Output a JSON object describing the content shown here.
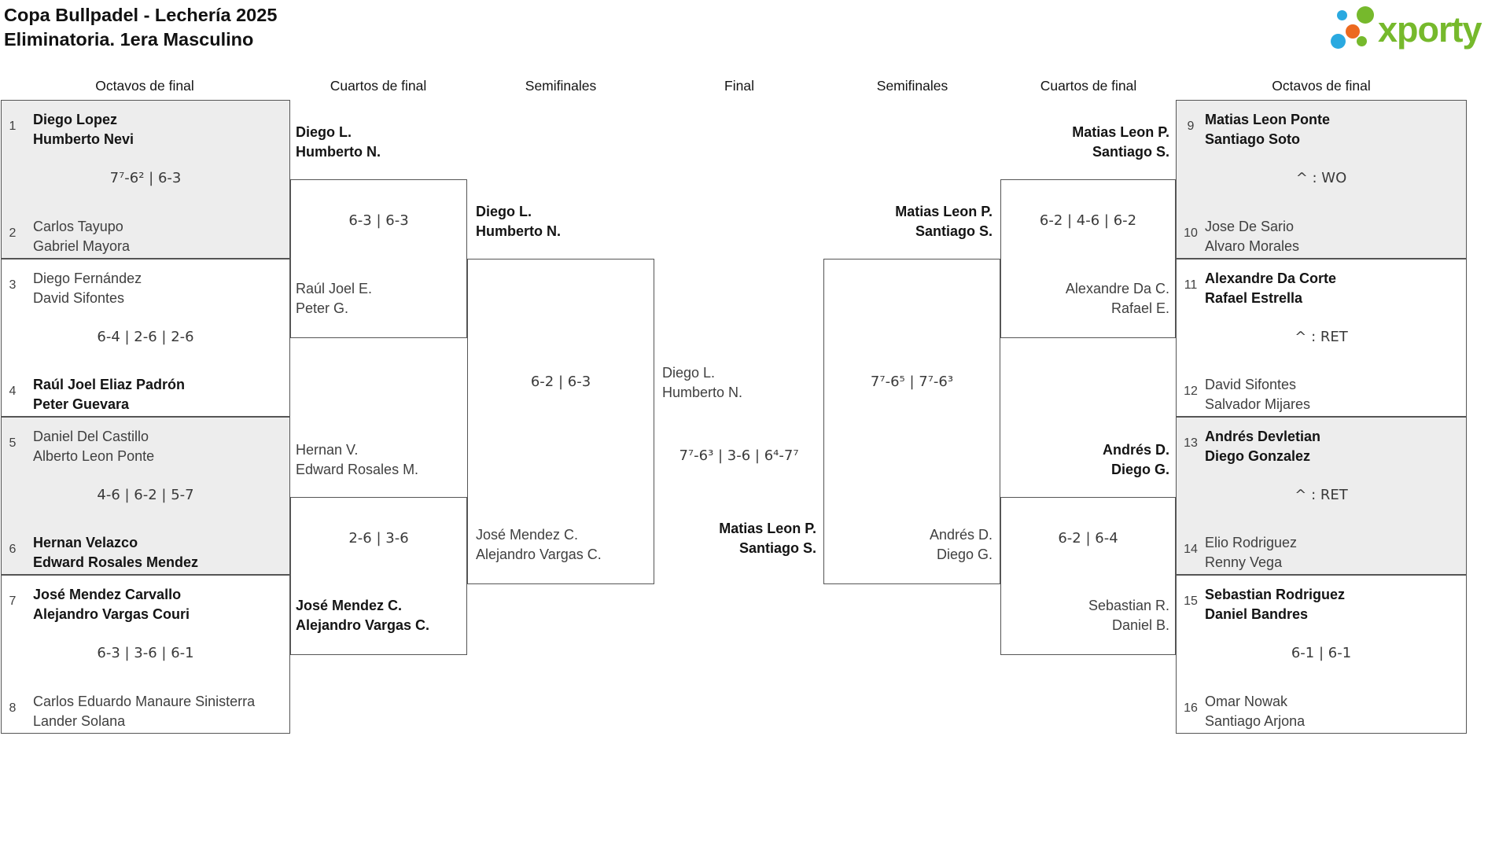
{
  "title": {
    "line1": "Copa Bullpadel - Lechería 2025",
    "line2": "Eliminatoria. 1era Masculino"
  },
  "logo": {
    "brand": "xporty",
    "green": "#76b92c",
    "blue": "#2aa9e0",
    "orange": "#ec691f"
  },
  "round_headers": [
    "Octavos de final",
    "Cuartos de final",
    "Semifinales",
    "Final",
    "Semifinales",
    "Cuartos de final",
    "Octavos de final"
  ],
  "octavos_left": [
    {
      "seed_top": "1",
      "team_top": [
        "Diego Lopez",
        "Humberto Nevi"
      ],
      "score": "7⁷-6² | 6-3",
      "seed_bottom": "2",
      "team_bottom": [
        "Carlos Tayupo",
        "Gabriel Mayora"
      ]
    },
    {
      "seed_top": "3",
      "team_top": [
        "Diego Fernández",
        "David Sifontes"
      ],
      "score": "6-4 | 2-6 | 2-6",
      "seed_bottom": "4",
      "team_bottom": [
        "Raúl Joel Eliaz Padrón",
        "Peter Guevara"
      ]
    },
    {
      "seed_top": "5",
      "team_top": [
        "Daniel Del Castillo",
        "Alberto Leon Ponte"
      ],
      "score": "4-6 | 6-2 | 5-7",
      "seed_bottom": "6",
      "team_bottom": [
        "Hernan Velazco",
        "Edward Rosales Mendez"
      ]
    },
    {
      "seed_top": "7",
      "team_top": [
        "José Mendez Carvallo",
        "Alejandro Vargas Couri"
      ],
      "score": "6-3 | 3-6 | 6-1",
      "seed_bottom": "8",
      "team_bottom": [
        "Carlos Eduardo Manaure Sinisterra",
        "Lander Solana"
      ]
    }
  ],
  "cuartos_left": [
    {
      "team_top": [
        "Diego L.",
        "Humberto N."
      ],
      "score": "6-3 | 6-3",
      "team_bottom": [
        "Raúl Joel E.",
        "Peter G."
      ]
    },
    {
      "team_top": [
        "Hernan V.",
        "Edward Rosales M."
      ],
      "score": "2-6 | 3-6",
      "team_bottom": [
        "José Mendez C.",
        "Alejandro Vargas C."
      ]
    }
  ],
  "semifinal_left": {
    "team_top": [
      "Diego L.",
      "Humberto N."
    ],
    "score": "6-2 | 6-3",
    "team_bottom": [
      "José Mendez C.",
      "Alejandro Vargas C."
    ]
  },
  "final": {
    "team_top": [
      "Diego L.",
      "Humberto N."
    ],
    "score": "7⁷-6³ | 3-6 | 6⁴-7⁷",
    "team_bottom": [
      "Matias Leon P.",
      "Santiago S."
    ]
  },
  "semifinal_right": {
    "team_top": [
      "Matias Leon P.",
      "Santiago S."
    ],
    "score": "7⁷-6⁵ | 7⁷-6³",
    "team_bottom": [
      "Andrés D.",
      "Diego G."
    ]
  },
  "cuartos_right": [
    {
      "team_top": [
        "Matias Leon P.",
        "Santiago S."
      ],
      "score": "6-2 | 4-6 | 6-2",
      "team_bottom": [
        "Alexandre Da C.",
        "Rafael E."
      ]
    },
    {
      "team_top": [
        "Andrés D.",
        "Diego G."
      ],
      "score": "6-2 | 6-4",
      "team_bottom": [
        "Sebastian R.",
        "Daniel B."
      ]
    }
  ],
  "octavos_right": [
    {
      "seed_top": "9",
      "team_top": [
        "Matias Leon Ponte",
        "Santiago Soto"
      ],
      "score": "^ : WO",
      "seed_bottom": "10",
      "team_bottom": [
        "Jose De Sario",
        "Alvaro Morales"
      ]
    },
    {
      "seed_top": "11",
      "team_top": [
        "Alexandre Da Corte",
        "Rafael Estrella"
      ],
      "score": "^ : RET",
      "seed_bottom": "12",
      "team_bottom": [
        "David Sifontes",
        "Salvador Mijares"
      ]
    },
    {
      "seed_top": "13",
      "team_top": [
        "Andrés Devletian",
        "Diego Gonzalez"
      ],
      "score": "^ : RET",
      "seed_bottom": "14",
      "team_bottom": [
        "Elio Rodriguez",
        "Renny Vega"
      ]
    },
    {
      "seed_top": "15",
      "team_top": [
        "Sebastian Rodriguez",
        "Daniel Bandres"
      ],
      "score": "6-1 | 6-1",
      "seed_bottom": "16",
      "team_bottom": [
        "Omar Nowak",
        "Santiago Arjona"
      ]
    }
  ]
}
